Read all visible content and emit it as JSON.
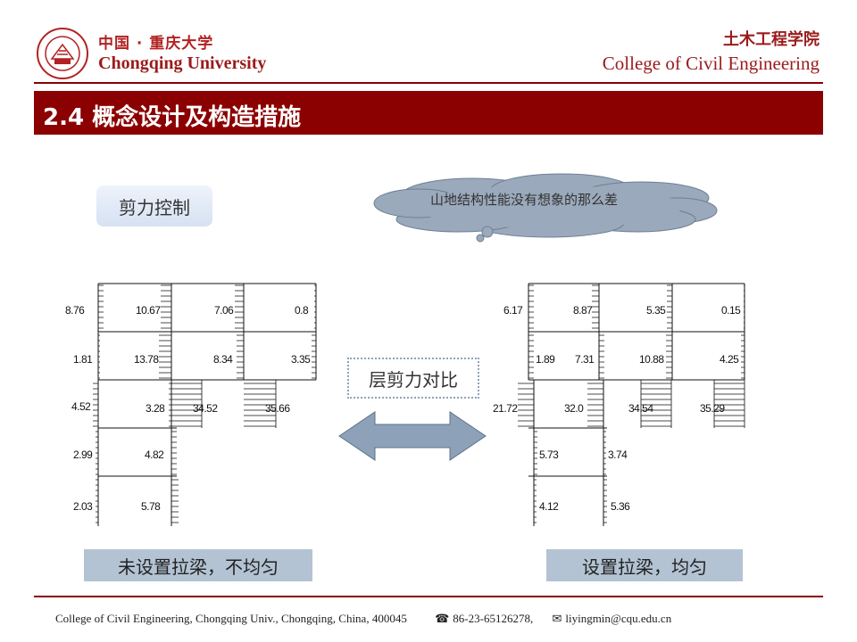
{
  "header": {
    "university_cn": "中国 · 重庆大学",
    "university_en": "Chongqing University",
    "college_cn": "土木工程学院",
    "college_en": "College of Civil Engineering",
    "section_title": "2.4 概念设计及构造措施"
  },
  "labels": {
    "shear_control": "剪力控制",
    "cloud": "山地结构性能没有想象的那么差",
    "comparison": "层剪力对比",
    "caption_left": "未设置拉梁，不均匀",
    "caption_right": "设置拉梁，均匀"
  },
  "colors": {
    "brand": "#8b0000",
    "caption_bg": "#b3c3d3",
    "arrow": "#8da2b9",
    "cloud": "#9aa9bb"
  },
  "diagram_left": {
    "values": [
      "8.76",
      "10.67",
      "7.06",
      "0.8",
      "1.81",
      "13.78",
      "8.34",
      "3.35",
      "4.52",
      "3.28",
      "34.52",
      "35.66",
      "2.99",
      "4.82",
      "2.03",
      "5.78"
    ]
  },
  "diagram_right": {
    "values": [
      "6.17",
      "8.87",
      "5.35",
      "0.15",
      "1.89",
      "7.31",
      "10.88",
      "4.25",
      "21.72",
      "32.0",
      "34.54",
      "35.29",
      "5.73",
      "3.74",
      "4.12",
      "5.36"
    ]
  },
  "footer": {
    "address": "College of Civil Engineering, Chongqing Univ., Chongqing, China, 400045",
    "phone_icon": "phone-icon",
    "phone": "86-23-65126278,",
    "email_icon": "envelope-icon",
    "email": "liyingmin@cqu.edu.cn"
  }
}
